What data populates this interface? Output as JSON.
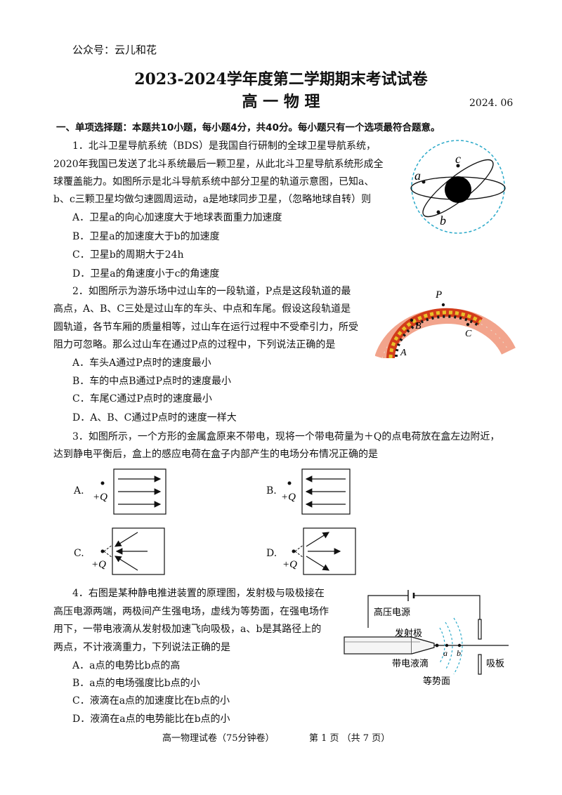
{
  "header": {
    "account": "公众号：云儿和花",
    "title": "2023-2024学年度第二学期期末考试试卷",
    "subject": "高 一 物 理",
    "date": "2024. 06"
  },
  "section1": {
    "heading": "一、单项选择题：本题共10小题，每小题4分，共40分。每小题只有一个选项最符合题意。"
  },
  "q1": {
    "lines": [
      "1．北斗卫星导航系统（BDS）是我国自行研制的全球卫星导航系统，",
      "2020年我国已发送了北斗系统最后一颗卫星，从此北斗卫星导航系统形成全",
      "球覆盖能力。如图所示是北斗导航系统中部分卫星的轨道示意图，已知a、",
      "b、c三颗卫星均做匀速圆周运动，a是地球同步卫星，（忽略地球自转）则"
    ],
    "options": [
      "A．卫星a的向心加速度大于地球表面重力加速度",
      "B．卫星a的加速度大于b的加速度",
      "C．卫星b的周期大于24h",
      "D．卫星a的角速度小于c的角速度"
    ],
    "figure_labels": {
      "a": "a",
      "b": "b",
      "c": "c"
    }
  },
  "q2": {
    "lines": [
      "2．如图所示为游乐场中过山车的一段轨道，P点是这段轨道的最",
      "高点，A、B、C三处是过山车的车头、中点和车尾。假设这段轨道是",
      "圆轨道，各节车厢的质量相等，过山车在运行过程中不受牵引力，所受",
      "阻力可忽略。那么过山车在通过P点的过程中，下列说法正确的是"
    ],
    "options": [
      "A．车头A通过P点时的速度最小",
      "B．车的中点B通过P点时的速度最小",
      "C．车尾C通过P点时的速度最小",
      "D．A、B、C通过P点时的速度一样大"
    ],
    "figure_labels": {
      "P": "P",
      "A": "A",
      "B": "B",
      "C": "C"
    }
  },
  "q3": {
    "lines": [
      "3．如图所示，一个方形的金属盒原来不带电，现将一个带电荷量为＋Q的点电荷放在盒左边附近，",
      "达到静电平衡后，盒上的感应电荷在盒子内部产生的电场分布情况正确的是"
    ],
    "option_letters": [
      "A.",
      "B.",
      "C.",
      "D."
    ],
    "charge_label": "+Q"
  },
  "q4": {
    "lines": [
      "4．右图是某种静电推进装置的原理图，发射极与吸极接在",
      "高压电源两端，两极间产生强电场，虚线为等势面，在强电场作",
      "用下，一带电液滴从发射极加速飞向吸极，a、b是其路径上的",
      "两点，不计液滴重力，下列说法正确的是"
    ],
    "options": [
      "A．a点的电势比b点的高",
      "B．a点的电场强度比b点的小",
      "C．液滴在a点的加速度比在b点的小",
      "D．液滴在a点的电势能比在b点的小"
    ],
    "figure_labels": {
      "source": "高压电源",
      "emitter": "发射极",
      "droplet": "带电液滴",
      "equipotential": "等势面",
      "absorber": "吸板",
      "a": "a",
      "b": "b"
    }
  },
  "footer": {
    "paper": "高一物理试卷（75分钟卷）",
    "page": "第 1 页 （共 7 页）"
  }
}
